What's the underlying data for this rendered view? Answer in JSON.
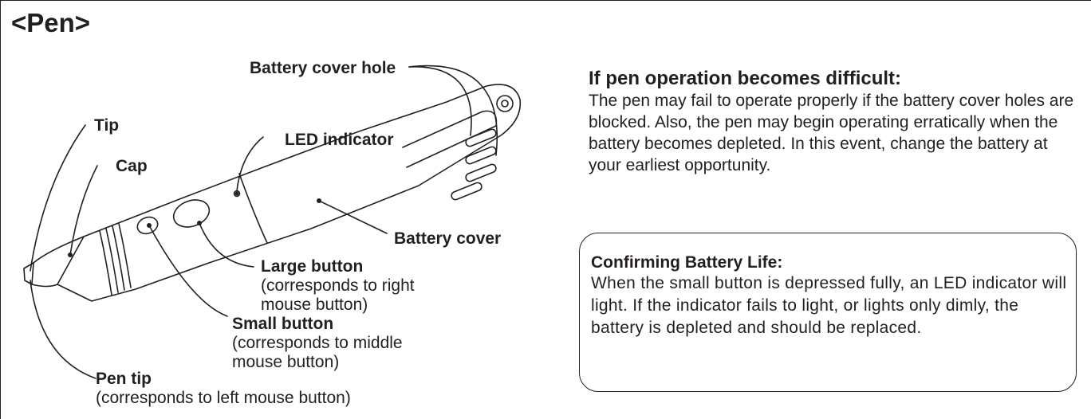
{
  "section_title": "<Pen>",
  "labels": {
    "battery_cover_hole": "Battery cover hole",
    "tip": "Tip",
    "led_indicator": "LED indicator",
    "cap": "Cap",
    "battery_cover": "Battery cover",
    "large_button": {
      "name": "Large button",
      "note_1": "(corresponds to right",
      "note_2": "mouse button)"
    },
    "small_button": {
      "name": "Small button",
      "note_1": "(corresponds to middle",
      "note_2": "mouse button)"
    },
    "pen_tip": {
      "name": "Pen tip",
      "note": "(corresponds to left mouse button)"
    }
  },
  "info": {
    "heading": "If pen operation becomes difficult:",
    "body": "The pen may fail to operate properly if the battery cover holes are blocked. Also, the pen may begin operating erratically when the battery becomes depleted. In this event, change the battery at your earliest opportunity."
  },
  "note": {
    "heading": "Confirming Battery Life:",
    "body": "When the small button is depressed fully, an LED indicator will light. If the indicator fails to light, or lights only dimly, the battery is depleted and should be replaced."
  }
}
